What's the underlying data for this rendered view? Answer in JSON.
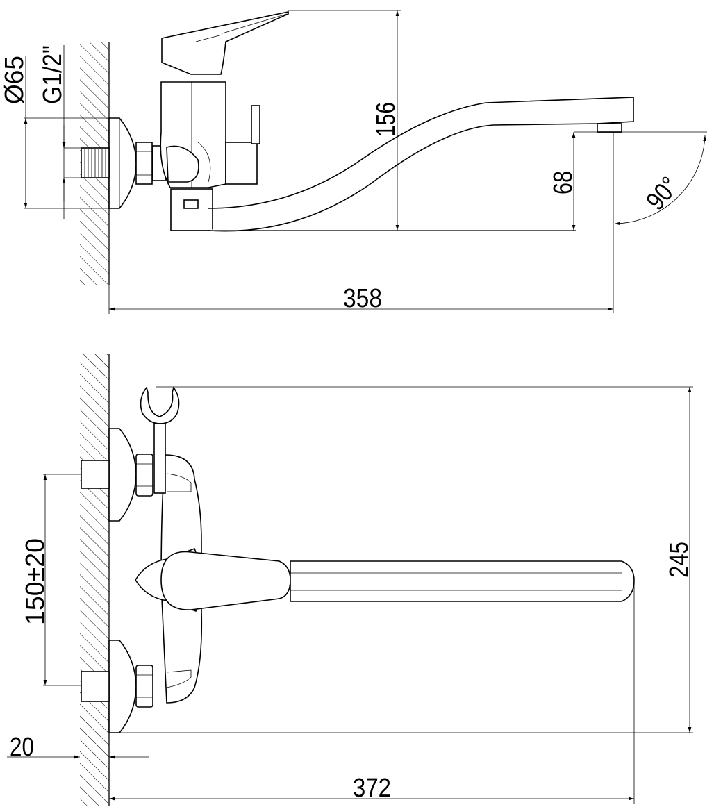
{
  "drawing": {
    "side_view": {
      "flange_diameter": "Ø65",
      "thread": "G1/2\"",
      "height": "156",
      "spout_height": "68",
      "swivel_angle": "90°",
      "length": "358"
    },
    "top_view": {
      "inlet_spacing": "150±20",
      "depth": "245",
      "wall_offset": "20",
      "spout_reach": "372"
    }
  }
}
